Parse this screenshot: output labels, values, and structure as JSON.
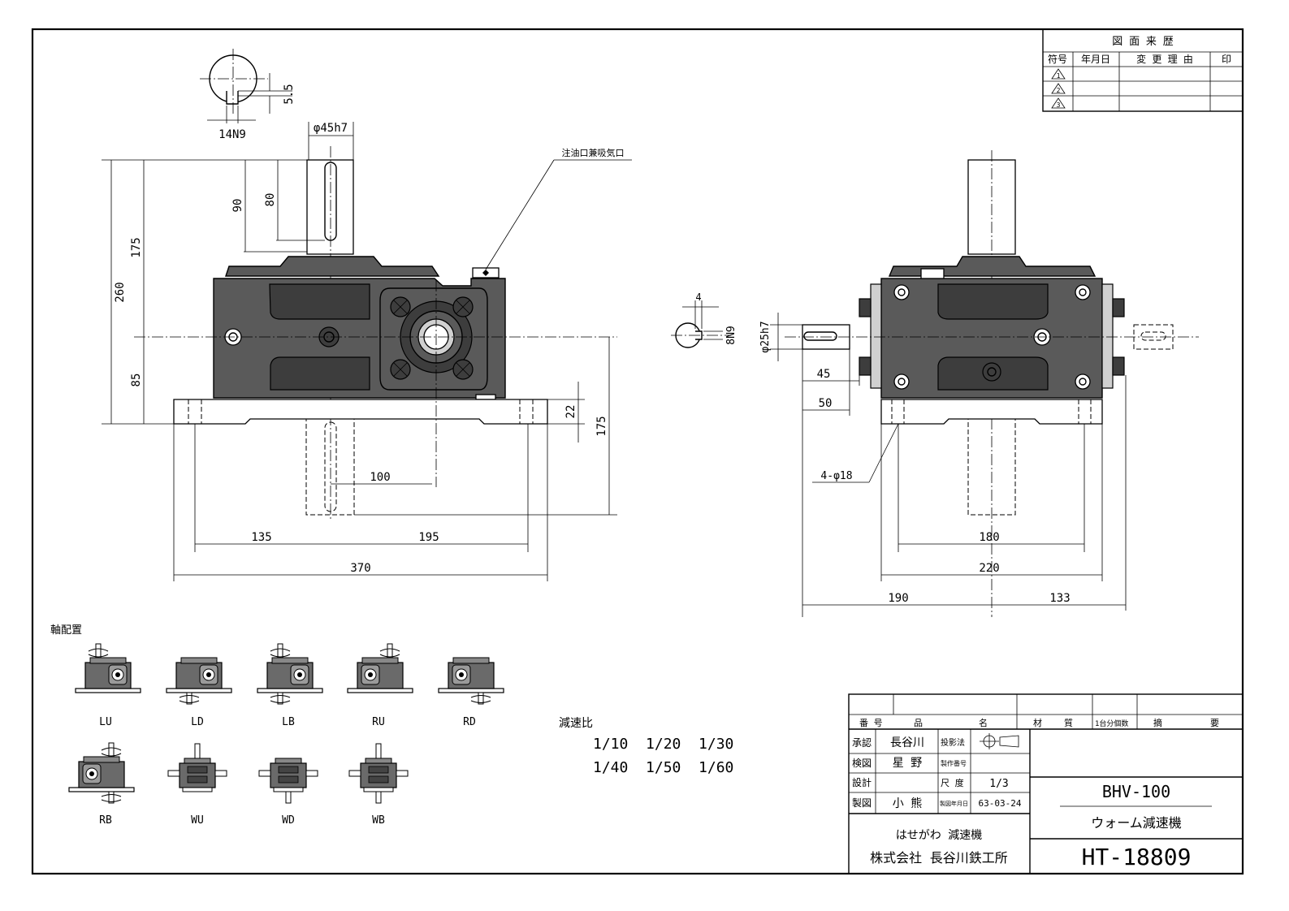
{
  "revision_table": {
    "title": "図 面 来 歴",
    "headers": [
      "符号",
      "年月日",
      "変 更 理 由",
      "印"
    ],
    "symbols": [
      "1",
      "2",
      "3"
    ]
  },
  "front_view": {
    "keyway_dims": [
      "5.5",
      "14N9"
    ],
    "shaft_diameter": "φ45h7",
    "dims": [
      "90",
      "80",
      "175",
      "260",
      "85",
      "22",
      "175",
      "100",
      "135",
      "195",
      "370"
    ],
    "oil_port_label": "注油口兼吸気口"
  },
  "side_view": {
    "keyway_dims": [
      "4",
      "8N9"
    ],
    "shaft_diameter": "φ25h7",
    "dims": [
      "45",
      "50",
      "180",
      "220",
      "190",
      "133"
    ],
    "hole_label": "4-φ18"
  },
  "shaft_arrangement": {
    "title": "軸配置",
    "row1": [
      "LU",
      "LD",
      "LB",
      "RU",
      "RD"
    ],
    "row2": [
      "RB",
      "WU",
      "WD",
      "WB"
    ]
  },
  "reduction_ratio": {
    "title": "減速比",
    "line1": "1/10  1/20  1/30",
    "line2": "1/40  1/50  1/60"
  },
  "title_block": {
    "headers": [
      "番 号",
      "品",
      "名",
      "材",
      "質",
      "1台分個数",
      "摘",
      "要"
    ],
    "approved_label": "承認",
    "approved_name": "長谷川",
    "projection_label": "投影法",
    "checked_label": "検図",
    "checked_name": "星 野",
    "product_no_label": "製作番号",
    "design_label": "設計",
    "scale_label": "尺 度",
    "scale_value": "1/3",
    "drawn_label": "製図",
    "drawn_name": "小 熊",
    "date_label": "製図年月日",
    "date_value": "63-03-24",
    "model": "BHV-100",
    "product_name": "ウォーム減速機",
    "company_line1": "はせがわ 減速機",
    "company_line2": "株式会社 長谷川鉄工所",
    "drawing_no": "HT-18809"
  }
}
